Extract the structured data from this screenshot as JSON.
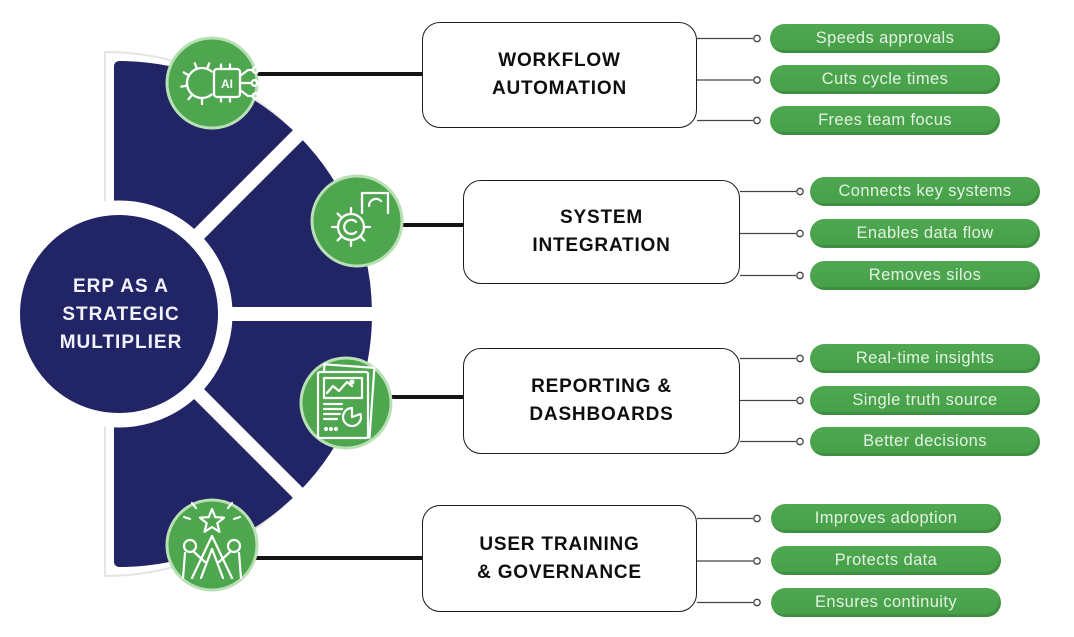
{
  "center": {
    "line1": "ERP AS A",
    "line2": "STRATEGIC",
    "line3": "MULTIPLIER"
  },
  "icons": {
    "ai_label": "AI",
    "names": [
      "ai-chip-gear-icon",
      "gear-pie-icon",
      "report-chart-icon",
      "team-star-icon"
    ]
  },
  "colors": {
    "navy": "#212566",
    "pill_green": "#4aa54c",
    "icon_green": "#4ea64f",
    "icon_ring_green": "#b9e0b5",
    "pill_text": "#e3f2e2",
    "outline_gray": "#e4e4e4",
    "connector_dark": "#141414",
    "connector_thin": "#444444"
  },
  "sections": [
    {
      "id": "workflow-automation",
      "icon": "ai-chip-gear-icon",
      "title_lines": [
        "WORKFLOW",
        "AUTOMATION"
      ],
      "benefits": [
        "Speeds approvals",
        "Cuts cycle times",
        "Frees team focus"
      ]
    },
    {
      "id": "system-integration",
      "icon": "gear-pie-icon",
      "title_lines": [
        "SYSTEM",
        "INTEGRATION"
      ],
      "benefits": [
        "Connects key systems",
        "Enables data flow",
        "Removes silos"
      ]
    },
    {
      "id": "reporting-dashboards",
      "icon": "report-chart-icon",
      "title_lines": [
        "REPORTING &",
        "DASHBOARDS"
      ],
      "benefits": [
        "Real-time insights",
        "Single truth source",
        "Better decisions"
      ]
    },
    {
      "id": "user-training-governance",
      "icon": "team-star-icon",
      "title_lines": [
        "USER TRAINING",
        "& GOVERNANCE"
      ],
      "benefits": [
        "Improves adoption",
        "Protects data",
        "Ensures continuity"
      ]
    }
  ]
}
